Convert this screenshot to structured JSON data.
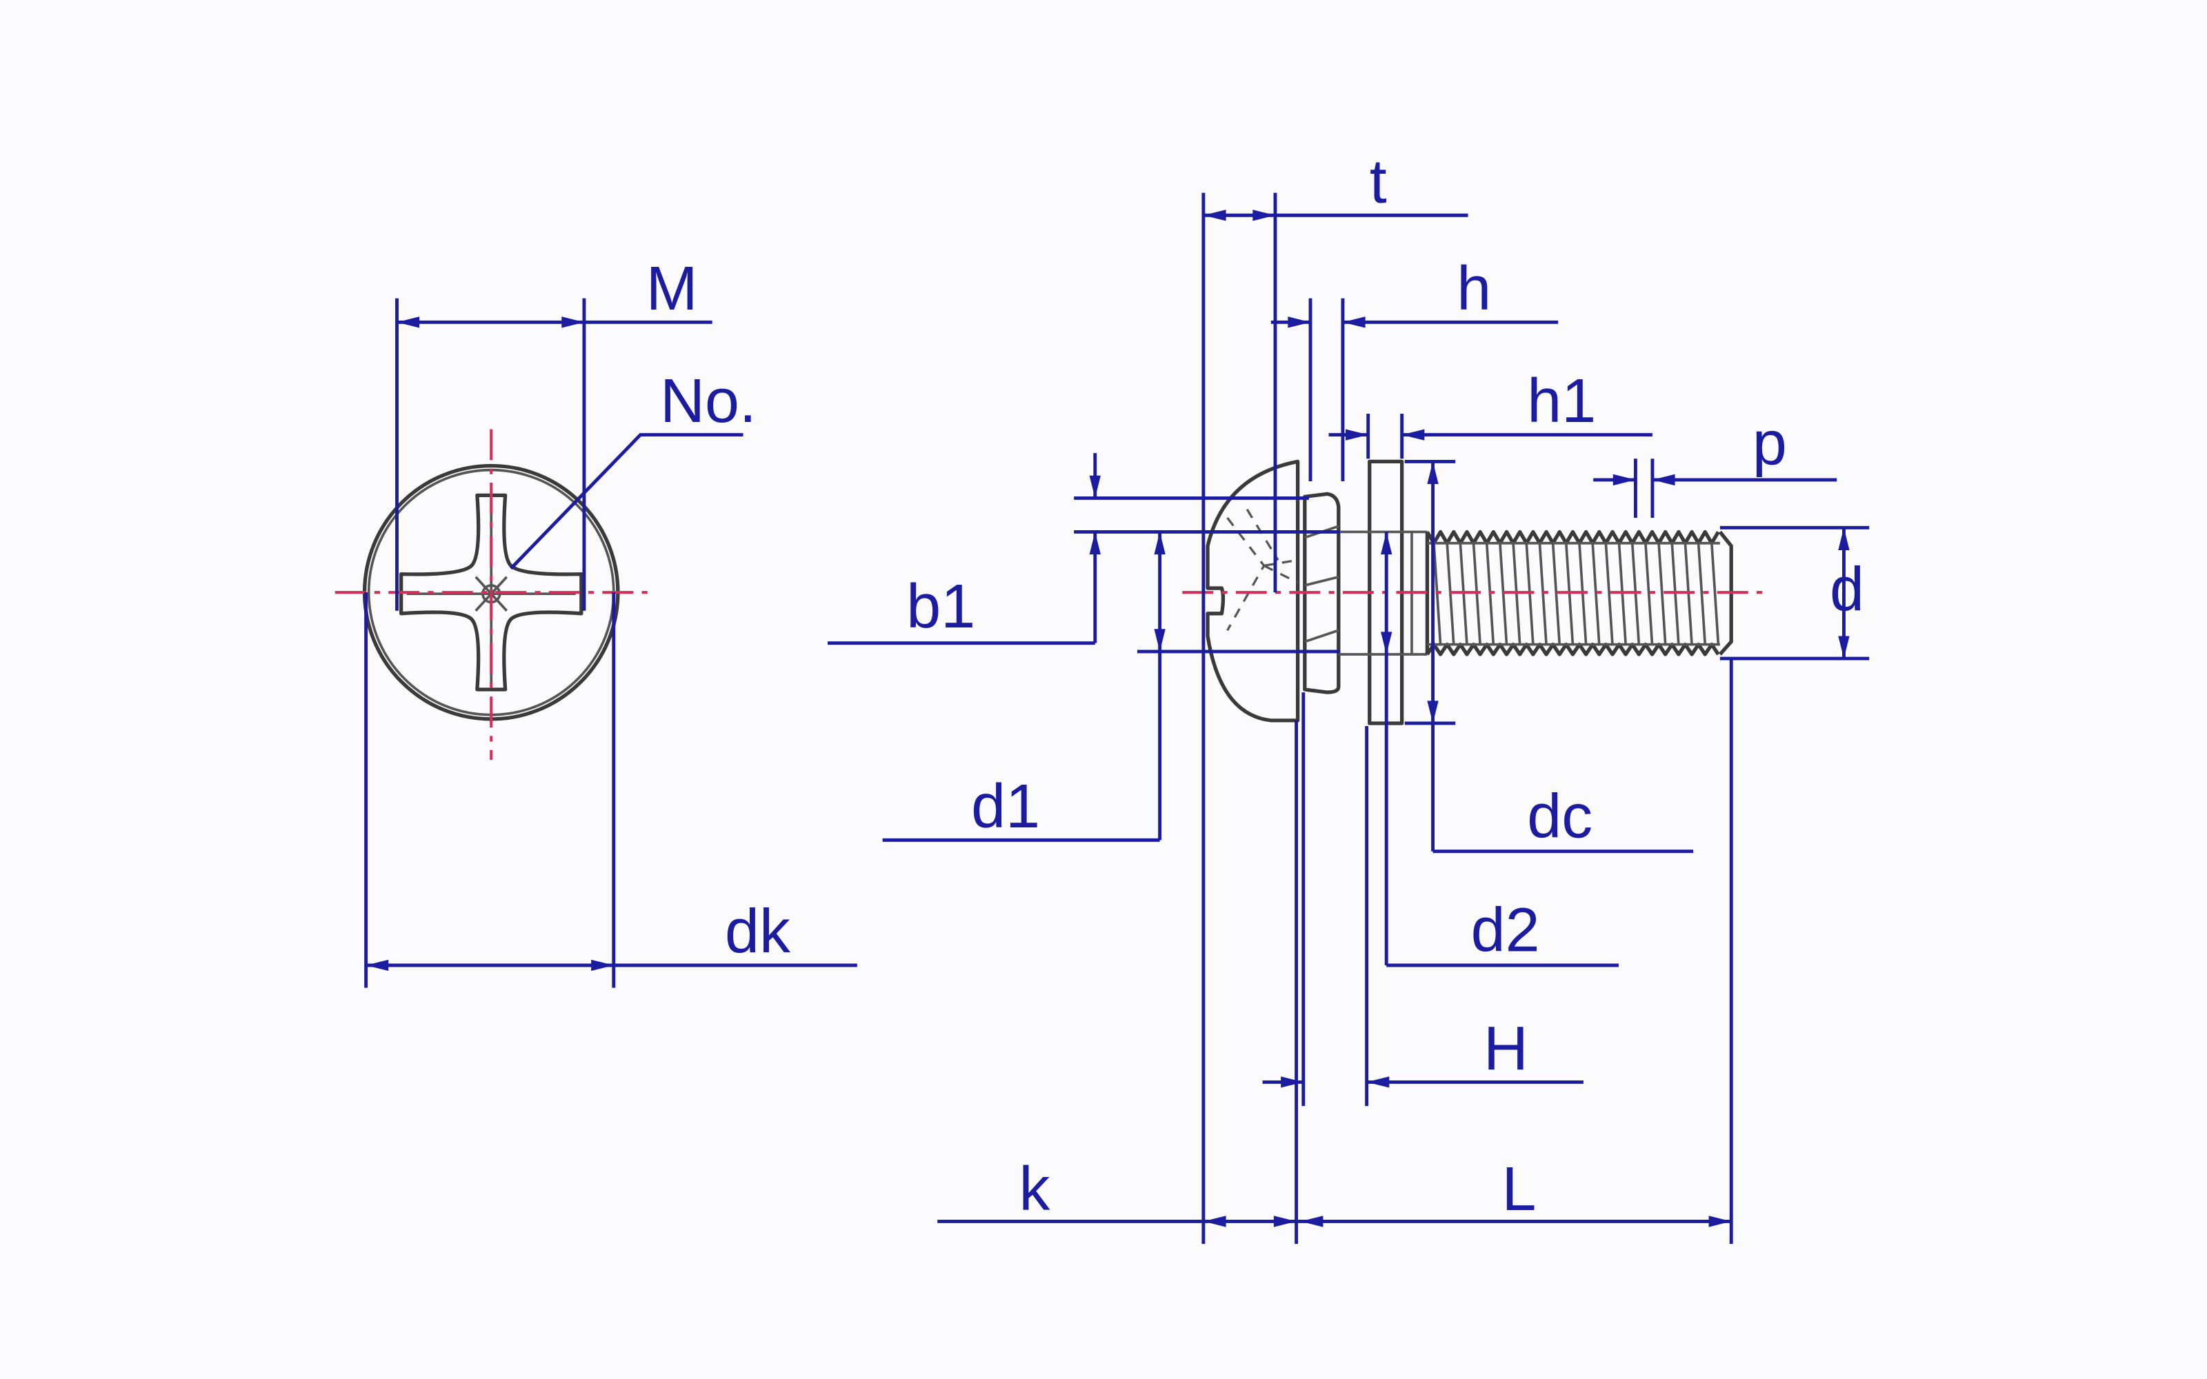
{
  "labels": {
    "M": "M",
    "No": "No.",
    "dk": "dk",
    "t": "t",
    "h": "h",
    "h1": "h1",
    "p": "p",
    "d": "d",
    "b1": "b1",
    "d1": "d1",
    "dc": "dc",
    "d2": "d2",
    "H": "H",
    "k": "k",
    "L": "L"
  },
  "colors": {
    "dimension": "#1c1ca0",
    "outline": "#3a3a3a",
    "centerline": "#d0305a",
    "background": "#fbfbfd"
  }
}
